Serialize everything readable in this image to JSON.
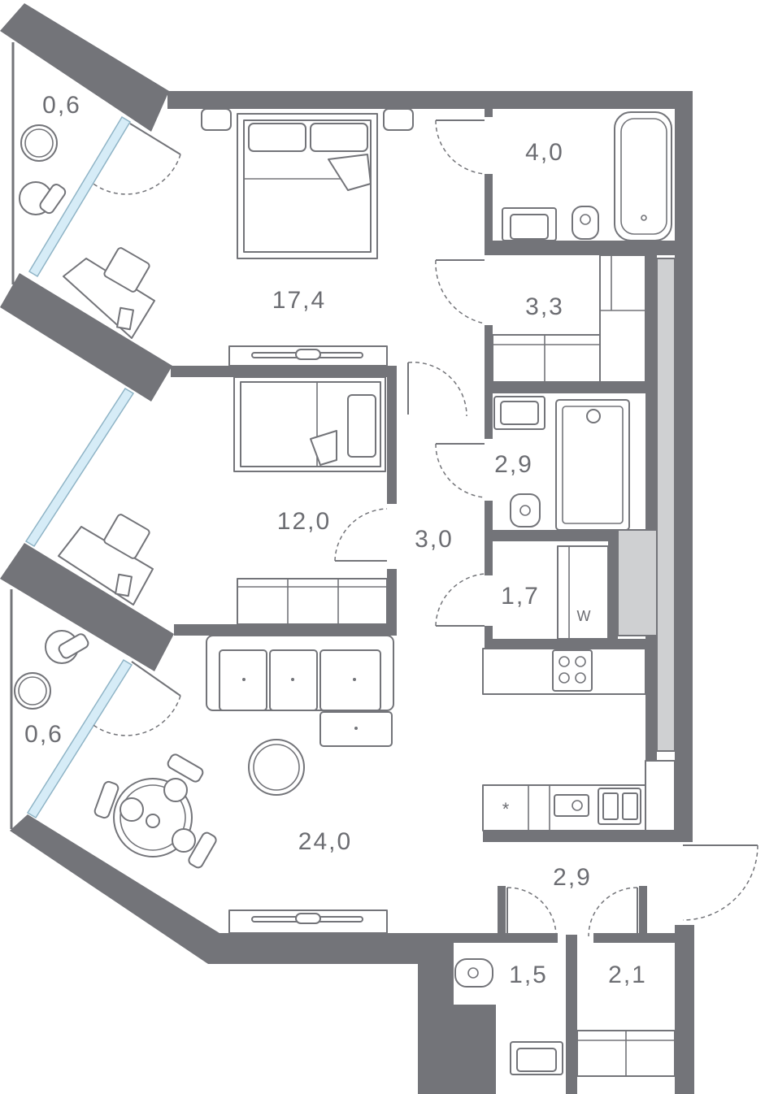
{
  "rooms": [
    {
      "id": "balcony-top",
      "area": "0,6"
    },
    {
      "id": "bedroom-master",
      "area": "17,4"
    },
    {
      "id": "bathroom-main",
      "area": "4,0"
    },
    {
      "id": "wardrobe",
      "area": "3,3"
    },
    {
      "id": "bathroom-second",
      "area": "2,9"
    },
    {
      "id": "bedroom-second",
      "area": "12,0"
    },
    {
      "id": "hallway-center",
      "area": "3,0"
    },
    {
      "id": "laundry",
      "area": "1,7"
    },
    {
      "id": "balcony-bottom",
      "area": "0,6"
    },
    {
      "id": "living-kitchen",
      "area": "24,0"
    },
    {
      "id": "entrance-hall",
      "area": "2,9"
    },
    {
      "id": "wc",
      "area": "1,5"
    },
    {
      "id": "storage",
      "area": "2,1"
    }
  ],
  "marks": {
    "washer": "W",
    "fridge": "*"
  },
  "colors": {
    "wall": "#737479",
    "shaft": "#cfd0d2",
    "glass": "#d6ecf7",
    "label": "#6c6d72"
  }
}
